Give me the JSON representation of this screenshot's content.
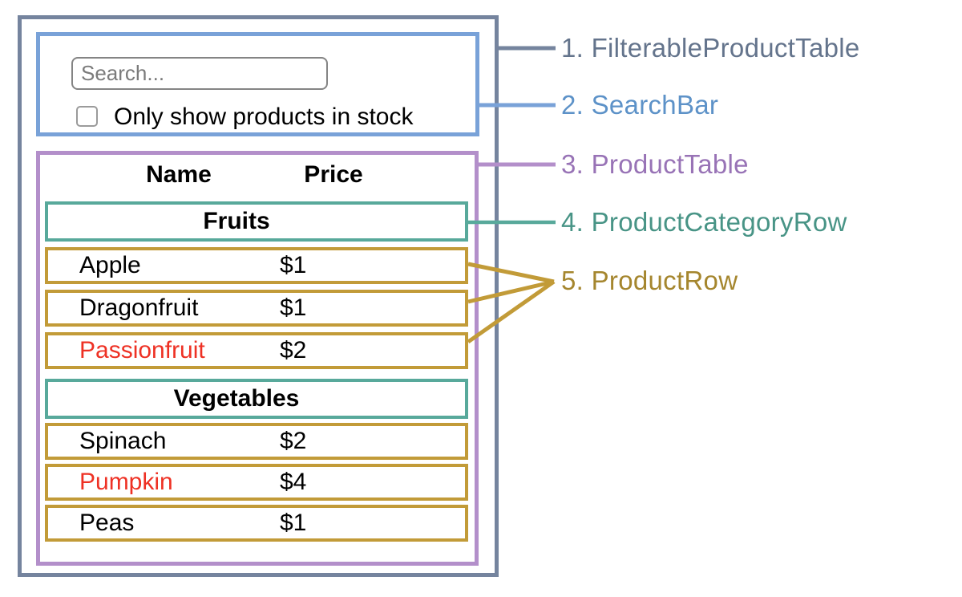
{
  "colors": {
    "filterable_product_table": "#75849e",
    "search_bar": "#79a2d8",
    "product_table": "#b38fca",
    "product_category_row": "#58a99b",
    "product_row": "#c29b38",
    "out_of_stock_text": "#ee3124",
    "in_stock_text": "#000000",
    "label_1": "#64748c",
    "label_2": "#5d92c8",
    "label_3": "#9873b6",
    "label_4": "#489486",
    "label_5": "#a5862e"
  },
  "search_bar": {
    "placeholder": "Search...",
    "checkbox_label": "Only show products in stock",
    "checkbox_checked": false
  },
  "table": {
    "headers": {
      "name": "Name",
      "price": "Price"
    },
    "sections": [
      {
        "category": "Fruits",
        "rows": [
          {
            "name": "Apple",
            "price": "$1",
            "name_color": "#000000"
          },
          {
            "name": "Dragonfruit",
            "price": "$1",
            "name_color": "#000000"
          },
          {
            "name": "Passionfruit",
            "price": "$2",
            "name_color": "#ee3124"
          }
        ]
      },
      {
        "category": "Vegetables",
        "rows": [
          {
            "name": "Spinach",
            "price": "$2",
            "name_color": "#000000"
          },
          {
            "name": "Pumpkin",
            "price": "$4",
            "name_color": "#ee3124"
          },
          {
            "name": "Peas",
            "price": "$1",
            "name_color": "#000000"
          }
        ]
      }
    ]
  },
  "annotations": [
    {
      "label": "1. FilterableProductTable",
      "color": "#64748c"
    },
    {
      "label": "2. SearchBar",
      "color": "#5d92c8"
    },
    {
      "label": "3. ProductTable",
      "color": "#9873b6"
    },
    {
      "label": "4. ProductCategoryRow",
      "color": "#489486"
    },
    {
      "label": "5. ProductRow",
      "color": "#a5862e"
    }
  ]
}
